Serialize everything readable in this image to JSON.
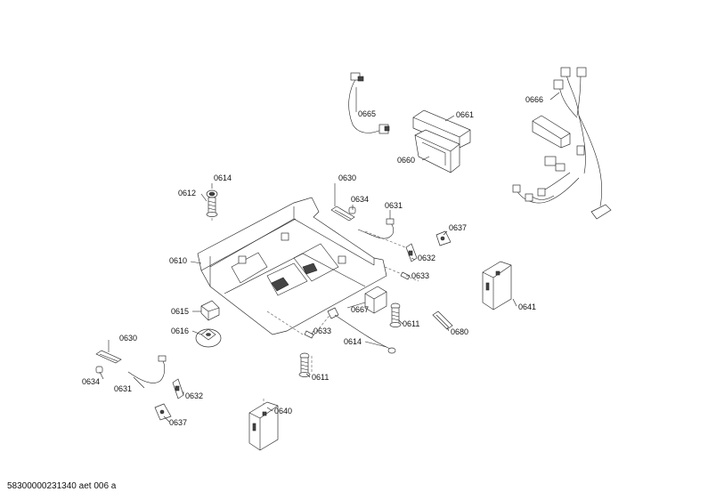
{
  "labels": {
    "p0665": "0665",
    "p0661": "0661",
    "p0660": "0660",
    "p0666": "0666",
    "p0614a": "0614",
    "p0612": "0612",
    "p0630a": "0630",
    "p0634a": "0634",
    "p0631a": "0631",
    "p0637a": "0637",
    "p0632a": "0632",
    "p0633a": "0633",
    "p0610": "0610",
    "p0641": "0641",
    "p0667": "0667",
    "p0611a": "0611",
    "p0680": "0680",
    "p0615": "0615",
    "p0616": "0616",
    "p0633b": "0633",
    "p0614b": "0614",
    "p0630b": "0630",
    "p0634b": "0634",
    "p0631b": "0631",
    "p0632b": "0632",
    "p0611b": "0611",
    "p0640": "0640",
    "p0637b": "0637"
  },
  "footer": "58300000231340 aet 006 a"
}
